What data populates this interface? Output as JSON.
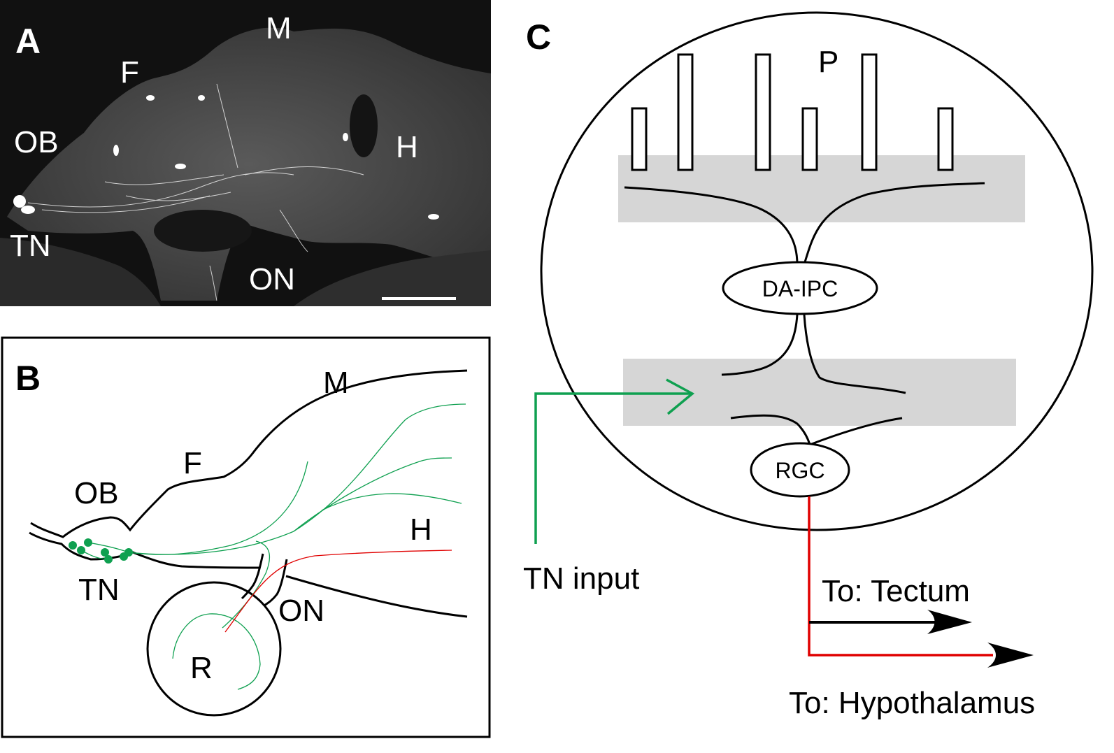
{
  "figure": {
    "colors": {
      "micrograph_bg": "#111111",
      "tissue": "#3a3a3a",
      "outline": "#000000",
      "tn_fibers": "#0fa050",
      "rgc_axon": "#e00000",
      "layer_shading": "#d6d6d6",
      "arrow_head": "#000000"
    },
    "panel_a": {
      "letter": "A",
      "type": "fluorescence micrograph",
      "labels": {
        "m": "M",
        "f": "F",
        "ob": "OB",
        "h": "H",
        "tn": "TN",
        "on": "ON"
      },
      "scale_bar": "scale-bar"
    },
    "panel_b": {
      "letter": "B",
      "type": "schematic drawing",
      "labels": {
        "m": "M",
        "f": "F",
        "ob": "OB",
        "h": "H",
        "tn": "TN",
        "on": "ON",
        "r": "R"
      }
    },
    "panel_c": {
      "letter": "C",
      "type": "retina circuit diagram",
      "labels": {
        "p": "P",
        "da_ipc": "DA-IPC",
        "rgc": "RGC",
        "tn_input": "TN input",
        "to_tectum": "To: Tectum",
        "to_hypothalamus": "To: Hypothalamus"
      },
      "photoreceptors_count": 6
    }
  }
}
